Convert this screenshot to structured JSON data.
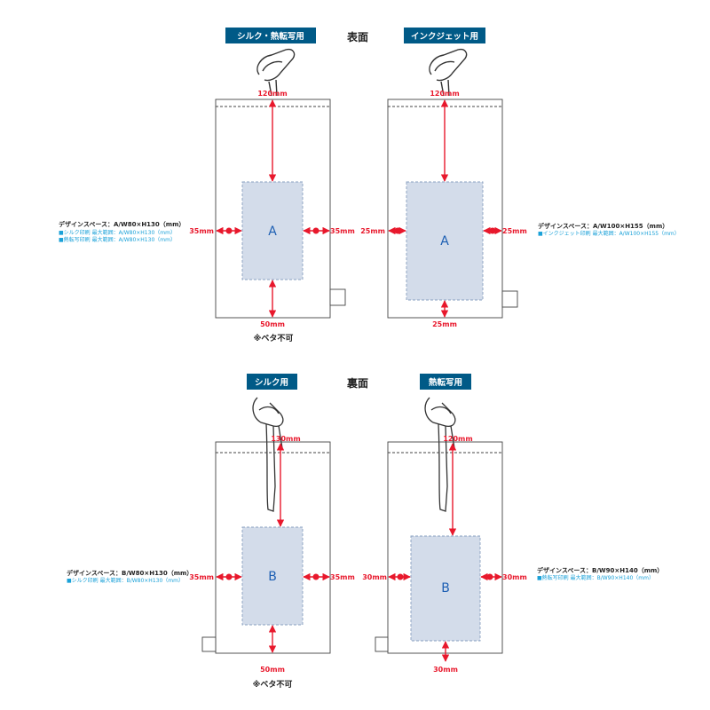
{
  "colors": {
    "badge_bg": "#005a87",
    "dimension_red": "#e8182c",
    "print_area_fill": "#d3dcea",
    "print_area_border": "#8aa0c0",
    "letter_blue": "#1d5fb3",
    "spec_cyan": "#1aa1d8",
    "outline": "#444444"
  },
  "front": {
    "header": "表面",
    "note": "※ベタ不可",
    "panels": [
      {
        "badge": "シルク・熱転写用",
        "area_letter": "A",
        "dim_top": "120mm",
        "dim_left": "35mm",
        "dim_right": "35mm",
        "dim_bottom": "50mm",
        "spec_title": "デザインスペース：A/W80×H130（mm）",
        "spec_lines": [
          "■シルク印刷 最大範囲：A/W80×H130（mm）",
          "■熱転写印刷 最大範囲：A/W80×H130（mm）"
        ]
      },
      {
        "badge": "インクジェット用",
        "area_letter": "A",
        "dim_top": "120mm",
        "dim_left": "25mm",
        "dim_right": "25mm",
        "dim_bottom": "25mm",
        "spec_title": "デザインスペース：A/W100×H155（mm）",
        "spec_lines": [
          "■インクジェット印刷 最大範囲：A/W100×H155（mm）"
        ]
      }
    ]
  },
  "back": {
    "header": "裏面",
    "note": "※ベタ不可",
    "panels": [
      {
        "badge": "シルク用",
        "area_letter": "B",
        "dim_top": "130mm",
        "dim_left": "35mm",
        "dim_right": "35mm",
        "dim_bottom": "50mm",
        "spec_title": "デザインスペース：B/W80×H130（mm）",
        "spec_lines": [
          "■シルク印刷 最大範囲：B/W80×H130（mm）"
        ]
      },
      {
        "badge": "熱転写用",
        "area_letter": "B",
        "dim_top": "120mm",
        "dim_left": "30mm",
        "dim_right": "30mm",
        "dim_bottom": "30mm",
        "spec_title": "デザインスペース：B/W90×H140（mm）",
        "spec_lines": [
          "■熱転写印刷 最大範囲：B/W90×H140（mm）"
        ]
      }
    ]
  }
}
